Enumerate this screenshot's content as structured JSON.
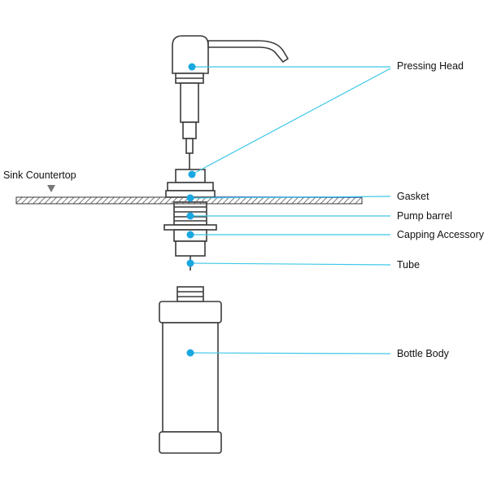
{
  "labels": {
    "sink_countertop": "Sink Countertop",
    "pressing_head": "Pressing Head",
    "gasket": "Gasket",
    "pump_barrel": "Pump barrel",
    "capping_accessory": "Capping Accessory",
    "tube": "Tube",
    "bottle_body": "Bottle Body"
  },
  "colors": {
    "leader_line": "#3ec8e8",
    "dot": "#1aa7e0",
    "outline": "#3a3a3a",
    "countertop_top": "#2b4a9a"
  }
}
